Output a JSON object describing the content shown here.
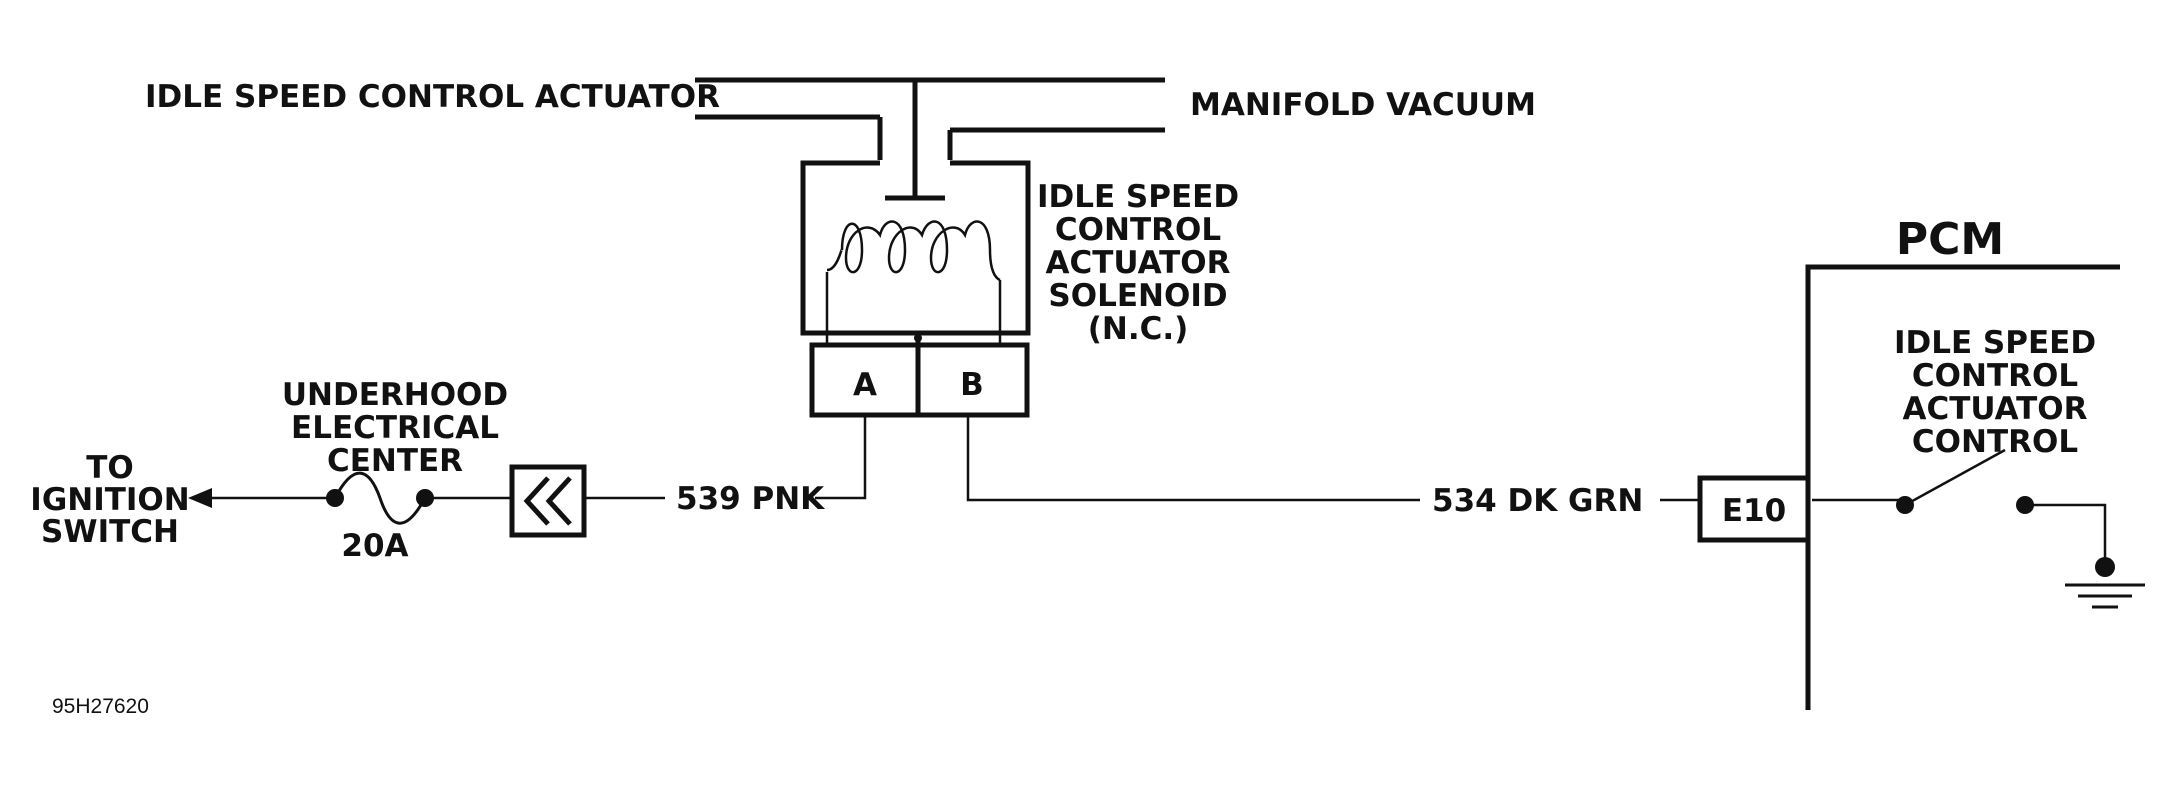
{
  "labels": {
    "actuator": "IDLE SPEED CONTROL ACTUATOR",
    "manifold": "MANIFOLD VACUUM",
    "solenoid": [
      "IDLE SPEED",
      "CONTROL",
      "ACTUATOR",
      "SOLENOID",
      "(N.C.)"
    ],
    "pin_a": "A",
    "pin_b": "B",
    "underhood": [
      "UNDERHOOD",
      "ELECTRICAL",
      "CENTER"
    ],
    "fuse_rating": "20A",
    "to_ignition": [
      "TO",
      "IGNITION",
      "SWITCH"
    ],
    "wire_pnk": "539 PNK",
    "wire_grn": "534 DK GRN",
    "pcm": "PCM",
    "pcm_terminal": "E10",
    "pcm_control": [
      "IDLE SPEED",
      "CONTROL",
      "ACTUATOR",
      "CONTROL"
    ],
    "figure_id": "95H27620"
  },
  "colors": {
    "line": "#111111",
    "background": "#ffffff"
  },
  "icons": [
    "fuse-icon",
    "connector-icon",
    "solenoid-coil-icon",
    "switch-icon",
    "ground-icon",
    "arrow-left-icon"
  ]
}
